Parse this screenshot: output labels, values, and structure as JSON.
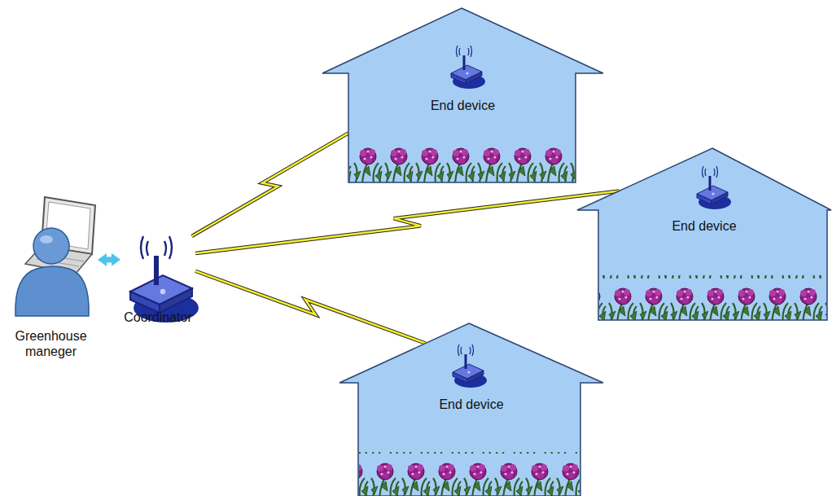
{
  "diagram": {
    "nodes": [
      {
        "text": [
          "Greenhouse maneger"
        ]
      },
      {
        "text": [
          "Coordinator"
        ]
      },
      {
        "text": [
          "End device"
        ]
      },
      {
        "text": [
          "End device"
        ]
      },
      {
        "text": [
          "End device"
        ]
      }
    ],
    "edges": [
      {
        "from": 0,
        "to": 1,
        "arrow": "both"
      },
      {
        "from": 1,
        "to": 2,
        "arrow": "none"
      },
      {
        "from": 1,
        "to": 3,
        "arrow": "none"
      },
      {
        "from": 1,
        "to": 4,
        "arrow": "none"
      }
    ]
  }
}
